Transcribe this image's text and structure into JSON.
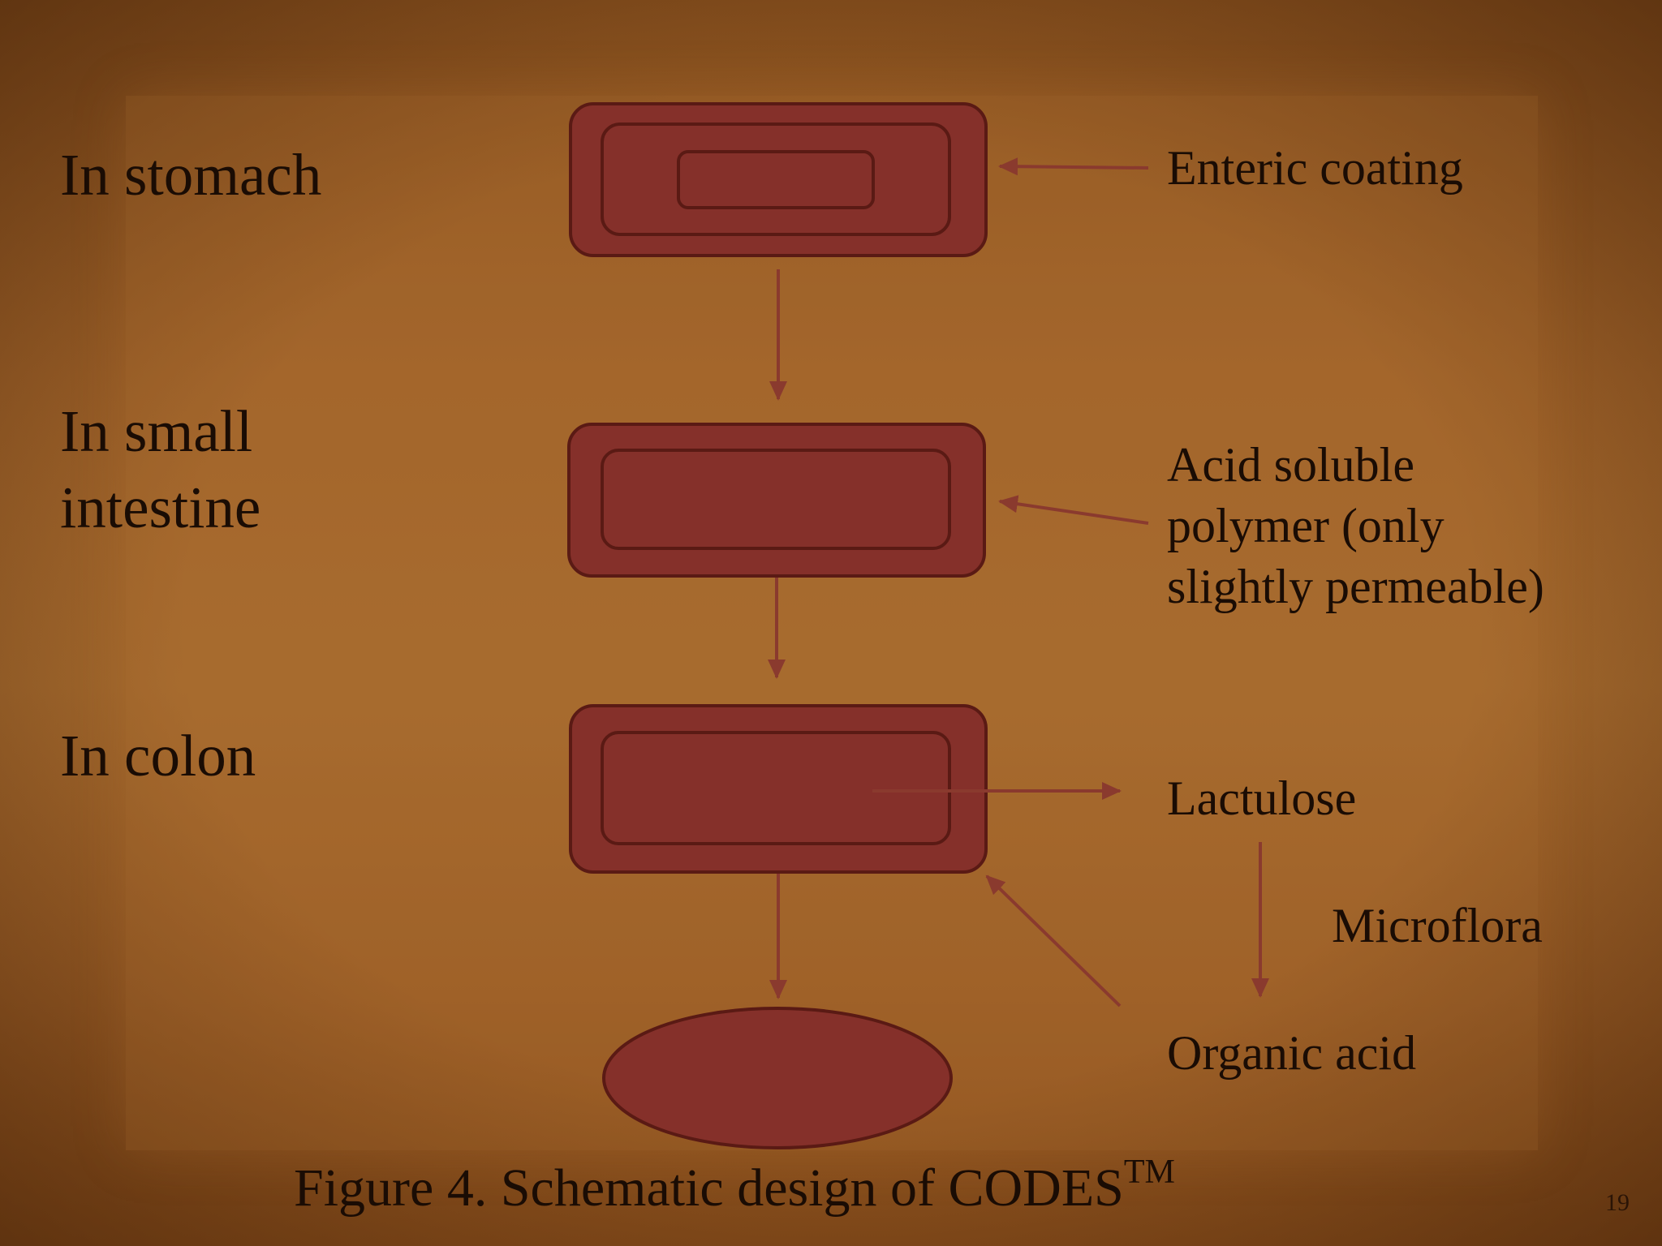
{
  "stages": {
    "stomach": "In stomach",
    "small_intestine_line1": "In small",
    "small_intestine_line2": "intestine",
    "colon": "In colon"
  },
  "callouts": {
    "enteric_coating": "Enteric coating",
    "acid_soluble_line1": "Acid soluble",
    "acid_soluble_line2": "polymer (only",
    "acid_soluble_line3": "slightly permeable)",
    "lactulose": "Lactulose",
    "microflora": "Microflora",
    "organic_acid": "Organic acid"
  },
  "caption": {
    "text": "Figure 4. Schematic design of CODES",
    "superscript": "TM"
  },
  "page_number": "19",
  "colors": {
    "tablet_fill": "#85302a",
    "tablet_stroke": "#5a1a14",
    "arrow": "#8a3a2e",
    "text": "#1a0c04",
    "background": "#a0632a"
  }
}
